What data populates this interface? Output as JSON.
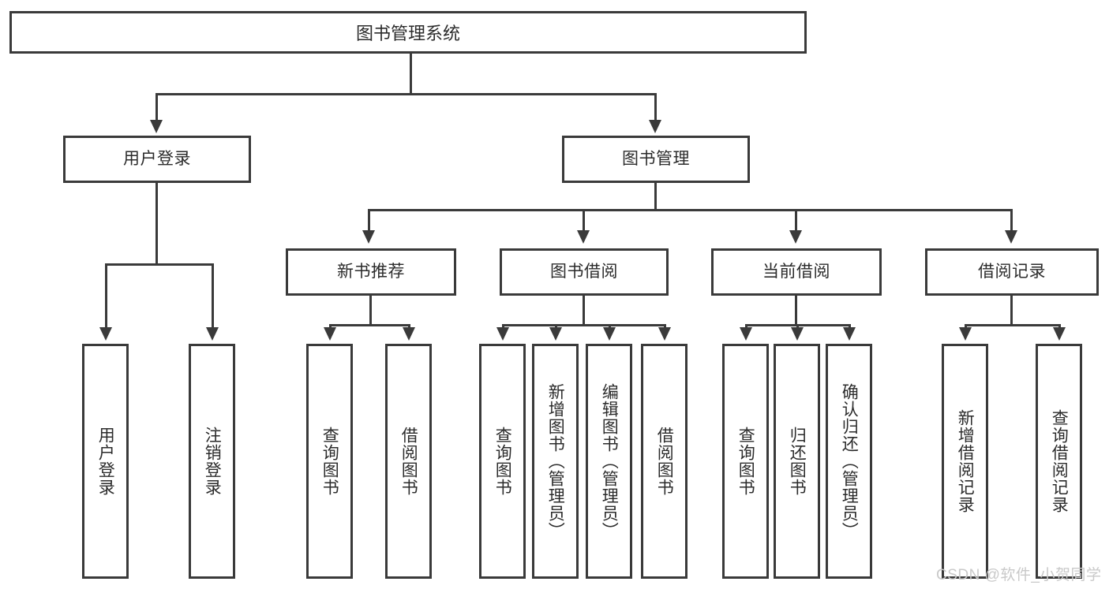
{
  "diagram": {
    "title": "图书管理系统",
    "type": "hierarchy-tree",
    "root": {
      "label": "图书管理系统"
    },
    "level1": [
      {
        "label": "用户登录"
      },
      {
        "label": "图书管理"
      }
    ],
    "level2": [
      {
        "label": "新书推荐",
        "parent": "图书管理"
      },
      {
        "label": "图书借阅",
        "parent": "图书管理"
      },
      {
        "label": "当前借阅",
        "parent": "图书管理"
      },
      {
        "label": "借阅记录",
        "parent": "图书管理"
      }
    ],
    "leaves": {
      "user_login": [
        {
          "label": "用户登录"
        },
        {
          "label": "注销登录"
        }
      ],
      "new_book_recommend": [
        {
          "label": "查询图书"
        },
        {
          "label": "借阅图书"
        }
      ],
      "book_borrow": [
        {
          "label": "查询图书"
        },
        {
          "label": "新增图书（管理员）"
        },
        {
          "label": "编辑图书（管理员）"
        },
        {
          "label": "借阅图书"
        }
      ],
      "current_borrow": [
        {
          "label": "查询图书"
        },
        {
          "label": "归还图书"
        },
        {
          "label": "确认归还（管理员）"
        }
      ],
      "borrow_record": [
        {
          "label": "新增借阅记录"
        },
        {
          "label": "查询借阅记录"
        }
      ]
    }
  },
  "watermark": {
    "text": "CSDN @软件_小贺同学"
  },
  "colors": {
    "stroke": "#3a3a3a",
    "text": "#2b2b2b",
    "background": "#ffffff",
    "watermark": "#c9c9c9"
  }
}
